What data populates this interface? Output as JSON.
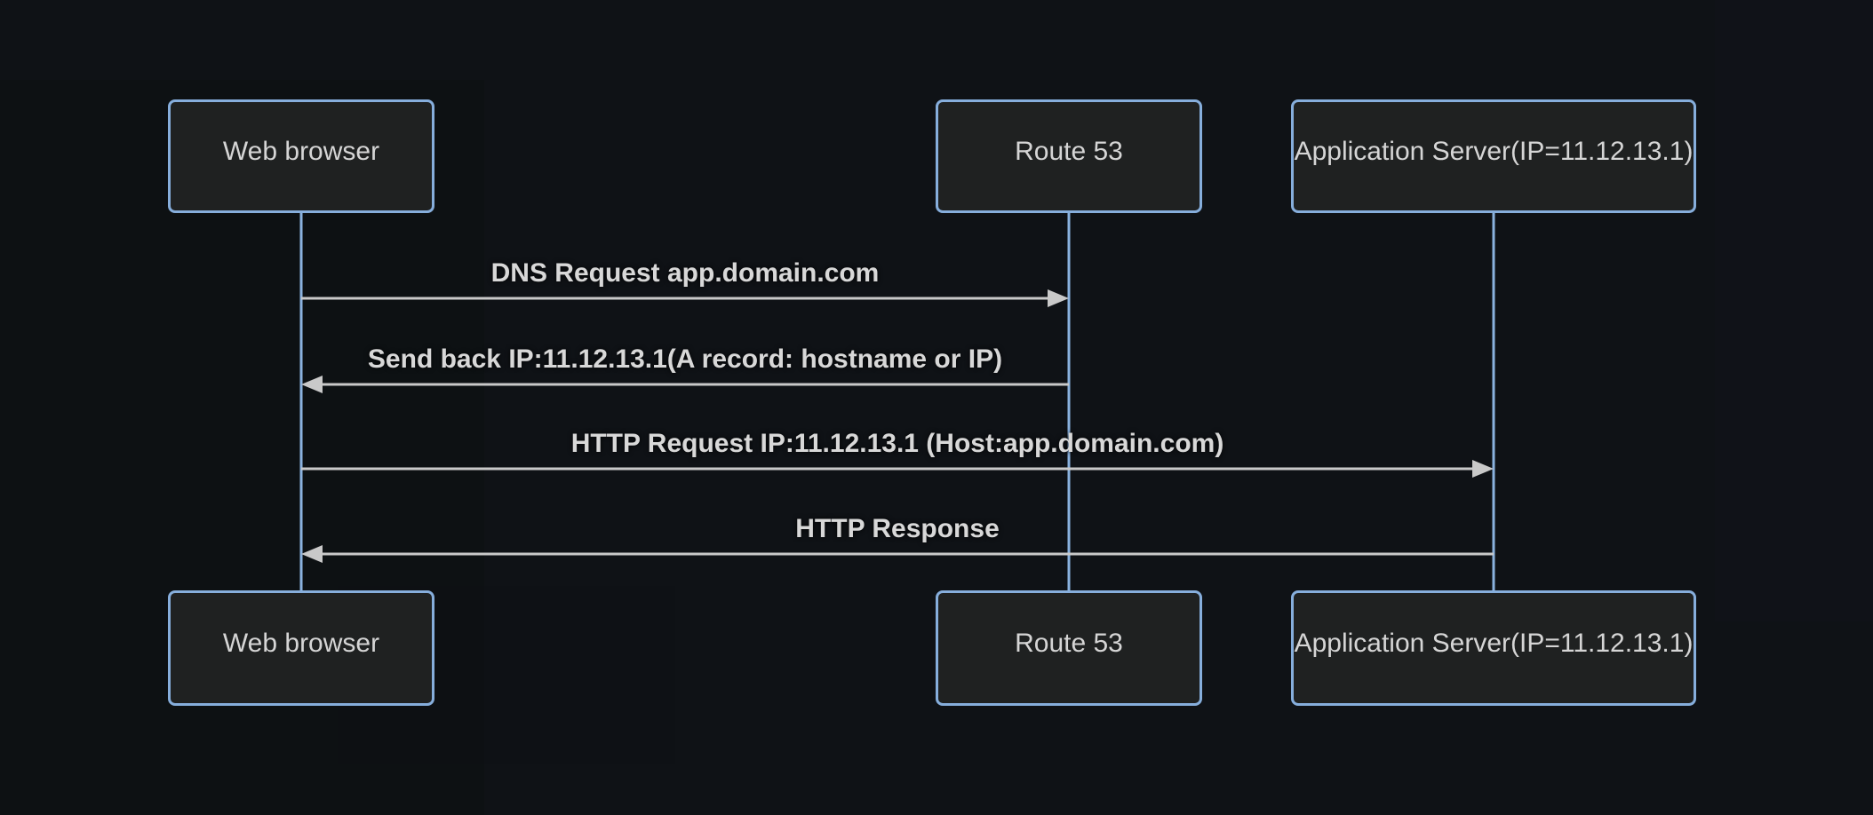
{
  "diagram": {
    "type": "sequence-diagram",
    "theme": "dark",
    "actors": [
      {
        "id": "web-browser",
        "label": "Web browser"
      },
      {
        "id": "route-53",
        "label": "Route 53"
      },
      {
        "id": "app-server",
        "label": "Application Server(IP=11.12.13.1)"
      }
    ],
    "messages": [
      {
        "from": "web-browser",
        "to": "route-53",
        "direction": "right",
        "line": "solid",
        "label": "DNS Request app.domain.com"
      },
      {
        "from": "route-53",
        "to": "web-browser",
        "direction": "left",
        "line": "solid",
        "label": "Send back IP:11.12.13.1(A record: hostname or IP)"
      },
      {
        "from": "web-browser",
        "to": "app-server",
        "direction": "right",
        "line": "solid",
        "label": "HTTP Request IP:11.12.13.1 (Host:app.domain.com)"
      },
      {
        "from": "app-server",
        "to": "web-browser",
        "direction": "left",
        "line": "solid",
        "label": "HTTP Response"
      }
    ],
    "colors": {
      "background": "#0f1216",
      "actor_fill": "#1f2121",
      "actor_border": "#86aedc",
      "lifeline": "#8ab2df",
      "arrow": "#c9c9c9",
      "actor_text": "#d5d5d5",
      "message_text": "#d8d8d8"
    }
  }
}
